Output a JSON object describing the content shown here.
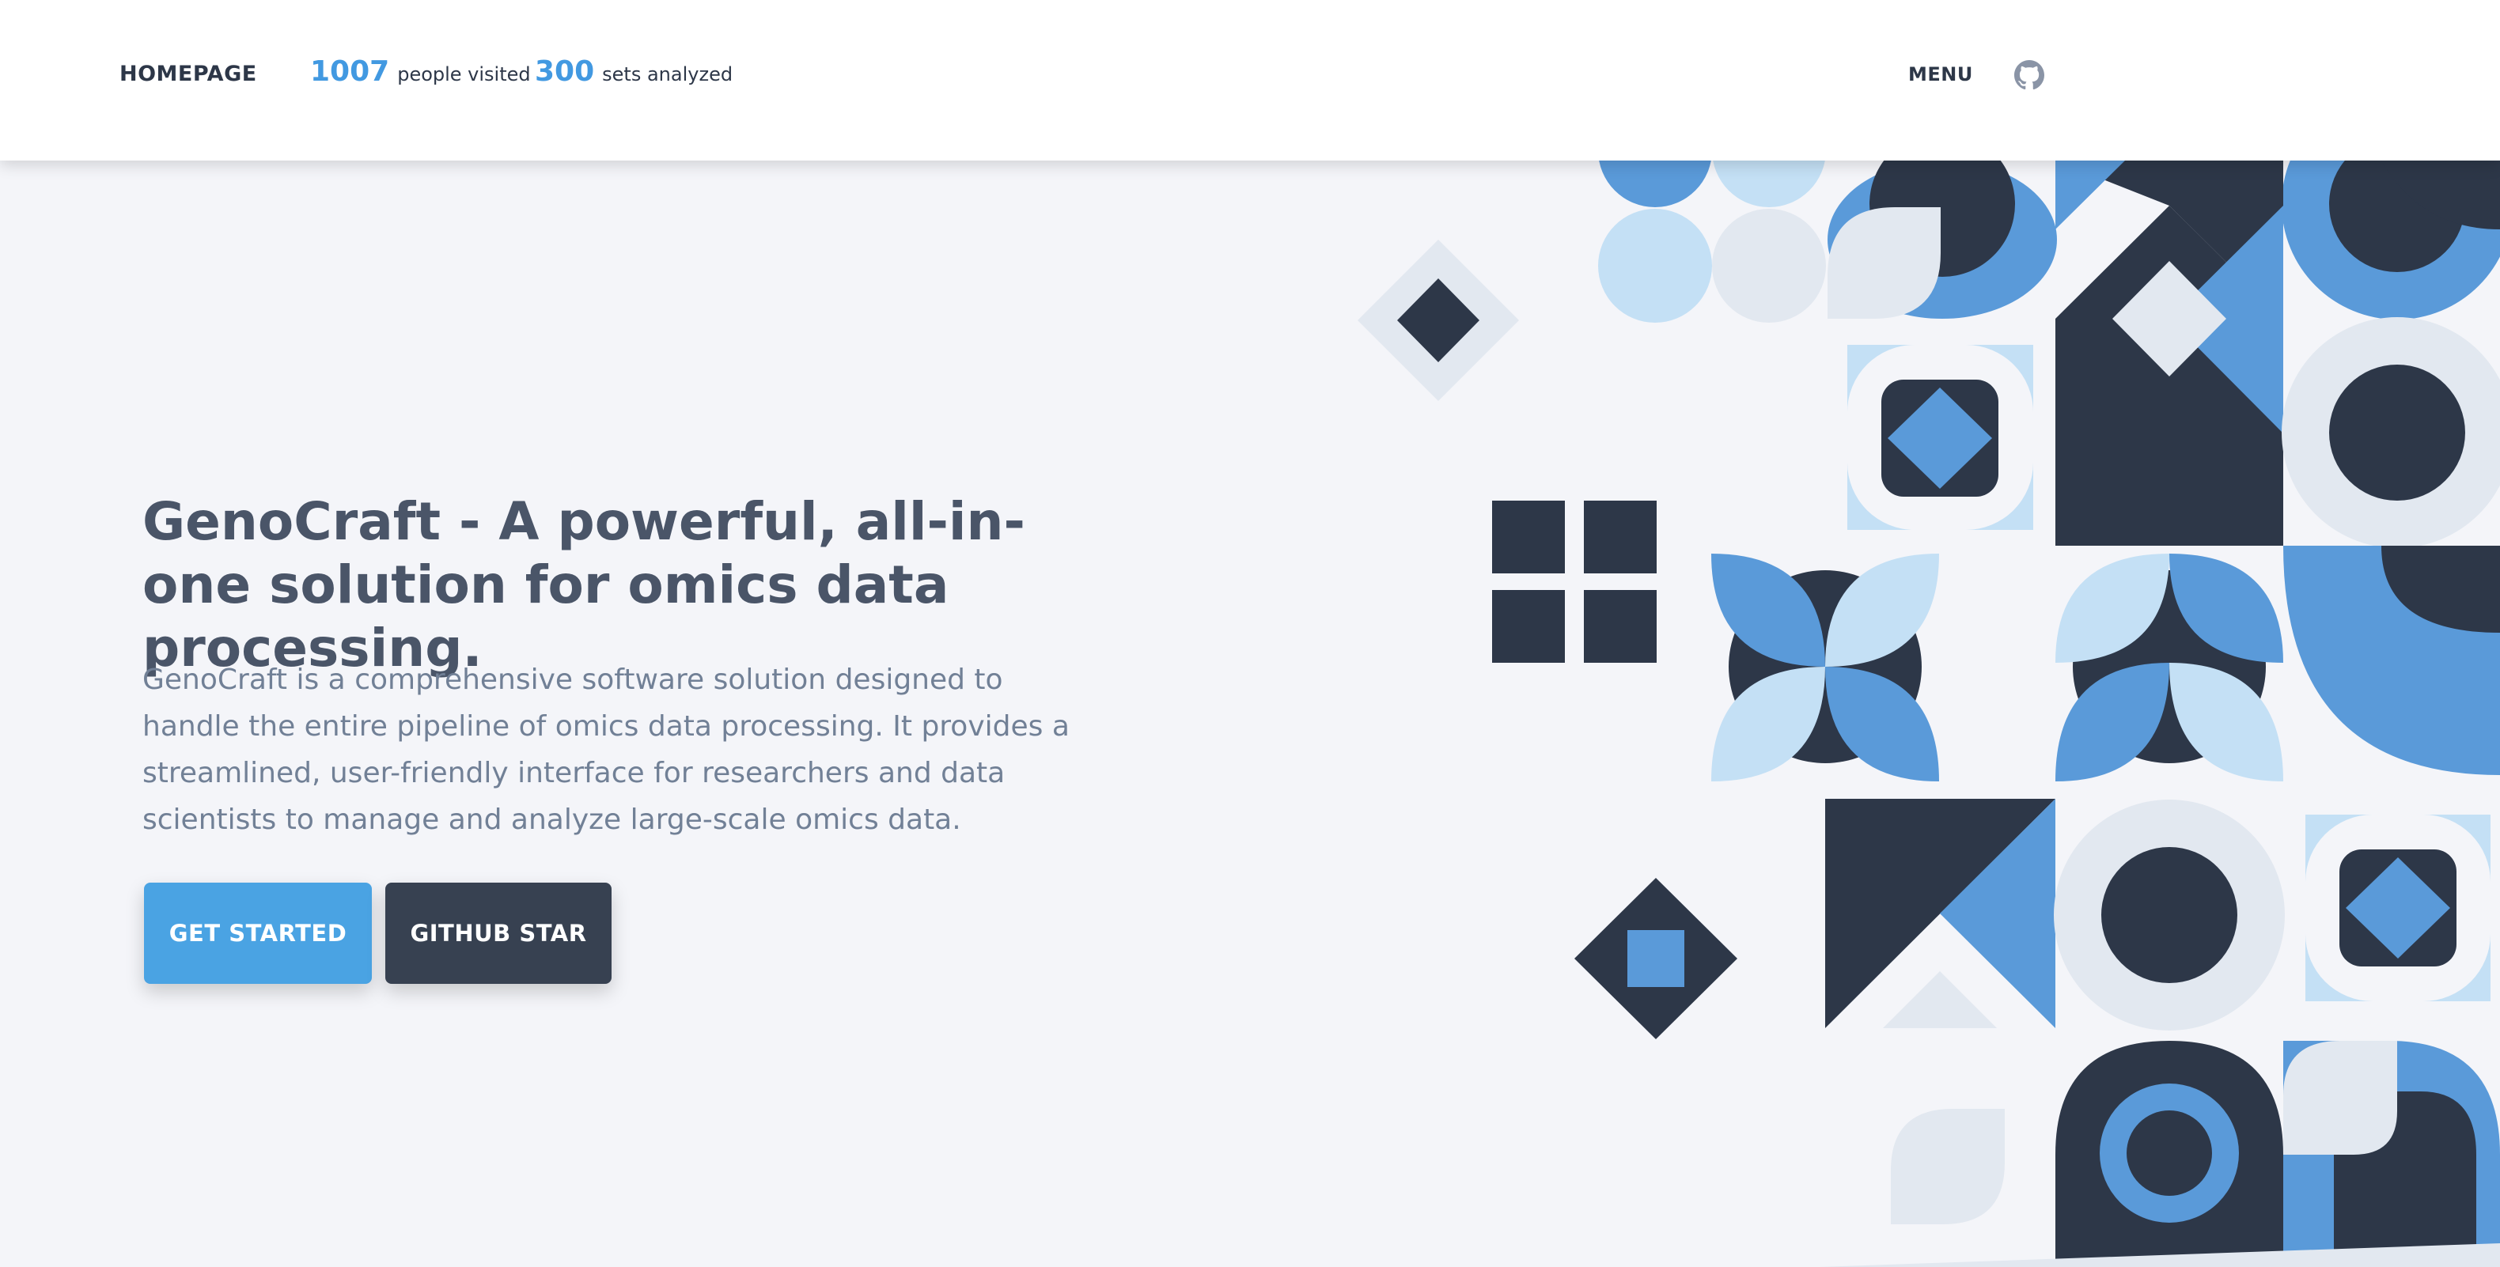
{
  "header": {
    "brand": "HOMEPAGE",
    "stats": [
      {
        "value": "1007",
        "label": "people visited"
      },
      {
        "value": "300",
        "label": "sets analyzed"
      }
    ],
    "menu_label": "MENU",
    "github_icon": "github-icon"
  },
  "hero": {
    "title": "GenoCraft - A powerful, all-in-one solution for omics data processing.",
    "description": "GenoCraft is a comprehensive software solution designed to handle the entire pipeline of omics data processing. It provides a streamlined, user-friendly interface for researchers and data scientists to manage and analyze large-scale omics data.",
    "buttons": {
      "get_started": "GET STARTED",
      "github_star": "GITHUB STAR"
    }
  },
  "colors": {
    "dark": "#2d3748",
    "blue": "#5a9ad9",
    "light_blue": "#c4e0f5",
    "light_gray": "#e2e8f0",
    "accent": "#4aa3e3"
  }
}
